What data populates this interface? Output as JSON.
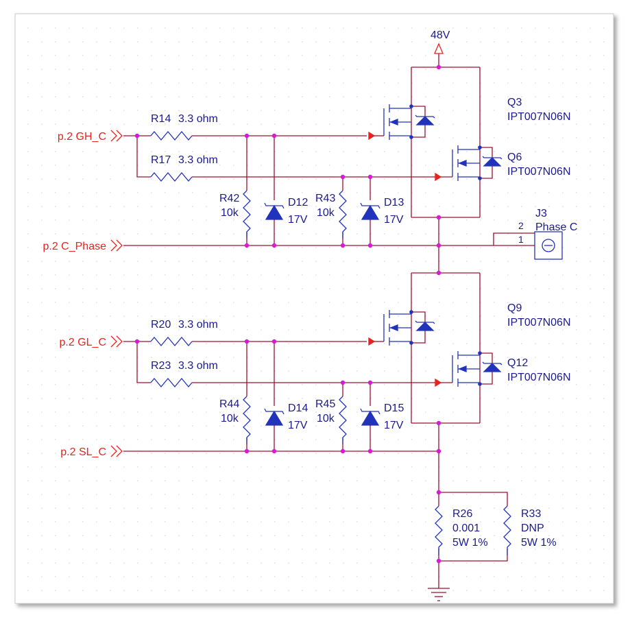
{
  "supply": {
    "label": "48V"
  },
  "ports": [
    {
      "label": "p.2  GH_C"
    },
    {
      "label": "p.2  C_Phase"
    },
    {
      "label": "p.2  GL_C"
    },
    {
      "label": "p.2  SL_C"
    }
  ],
  "resistors": [
    {
      "ref": "R14",
      "value": "3.3 ohm"
    },
    {
      "ref": "R17",
      "value": "3.3 ohm"
    },
    {
      "ref": "R20",
      "value": "3.3 ohm"
    },
    {
      "ref": "R23",
      "value": "3.3 ohm"
    },
    {
      "ref": "R42",
      "value": "10k"
    },
    {
      "ref": "R43",
      "value": "10k"
    },
    {
      "ref": "R44",
      "value": "10k"
    },
    {
      "ref": "R45",
      "value": "10k"
    },
    {
      "ref": "R26",
      "value": "0.001",
      "rating": "5W 1%"
    },
    {
      "ref": "R33",
      "value": "DNP",
      "rating": "5W 1%"
    }
  ],
  "diodes": [
    {
      "ref": "D12",
      "value": "17V"
    },
    {
      "ref": "D13",
      "value": "17V"
    },
    {
      "ref": "D14",
      "value": "17V"
    },
    {
      "ref": "D15",
      "value": "17V"
    }
  ],
  "mosfets": [
    {
      "ref": "Q3",
      "part": "IPT007N06N"
    },
    {
      "ref": "Q6",
      "part": "IPT007N06N"
    },
    {
      "ref": "Q9",
      "part": "IPT007N06N"
    },
    {
      "ref": "Q12",
      "part": "IPT007N06N"
    }
  ],
  "connector": {
    "ref": "J3",
    "name": "Phase C",
    "pin1": "1",
    "pin2": "2"
  },
  "colors": {
    "wire": "#9b1030",
    "junction": "#d81ad8",
    "component": "#2233bb",
    "label": "#1a1a8c",
    "port": "#e8231e"
  }
}
